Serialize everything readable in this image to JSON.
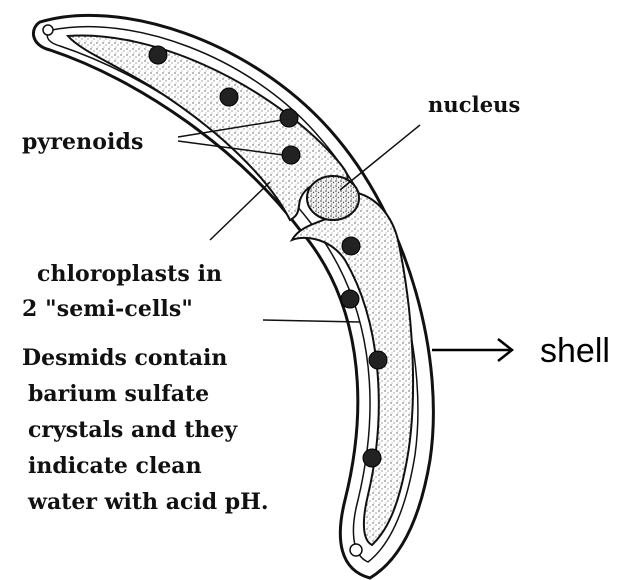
{
  "diagram": {
    "labels": {
      "pyrenoids": "pyrenoids",
      "nucleus": "nucleus",
      "chloroplasts_line1": "chloroplasts in",
      "chloroplasts_line2": "2 \"semi-cells\"",
      "shell": "shell"
    },
    "description": [
      "Desmids contain",
      "barium sulfate",
      "crystals and they",
      "indicate clean",
      "water with acid pH."
    ],
    "colors": {
      "ink": "#111111",
      "cell_fill": "#ffffff",
      "stipple": "#555555",
      "pyrenoid": "#222222"
    }
  }
}
